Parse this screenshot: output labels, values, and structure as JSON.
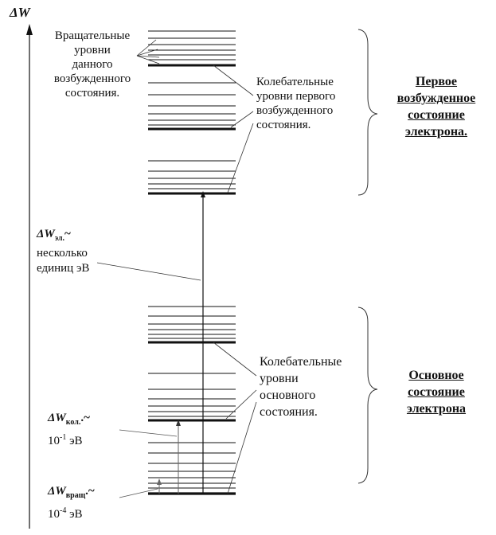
{
  "axis": {
    "label": "ΔW"
  },
  "labels": {
    "rotational_levels": [
      "Вращательные",
      "уровни",
      "данного",
      "возбужденного",
      "состояния."
    ],
    "vib_levels_excited": [
      "Колебательные",
      "уровни первого",
      "возбужденного",
      "состояния."
    ],
    "first_excited_state": [
      "Первое",
      "возбужденное",
      "состояние",
      "электрона."
    ],
    "electronic_gap": {
      "symbol": "ΔW",
      "subscript": "эл.",
      "tilde": "~",
      "lines": [
        "несколько",
        "единиц эВ"
      ]
    },
    "vib_levels_ground": [
      "Колебательные",
      "уровни",
      "основного",
      "состояния."
    ],
    "ground_state": [
      "Основное",
      "состояние",
      "электрона"
    ],
    "vib_gap": {
      "symbol": "ΔW",
      "subscript": "кол.",
      "tilde": ".~",
      "base": "10",
      "exponent": "-1",
      "unit": " эВ"
    },
    "rot_gap": {
      "symbol": "ΔW",
      "subscript": "вращ",
      "tilde": ".~",
      "base": "10",
      "exponent": "-4",
      "unit": " эВ"
    }
  },
  "colors": {
    "line": "#111111",
    "leader": "#333333",
    "thin": "#555555"
  }
}
